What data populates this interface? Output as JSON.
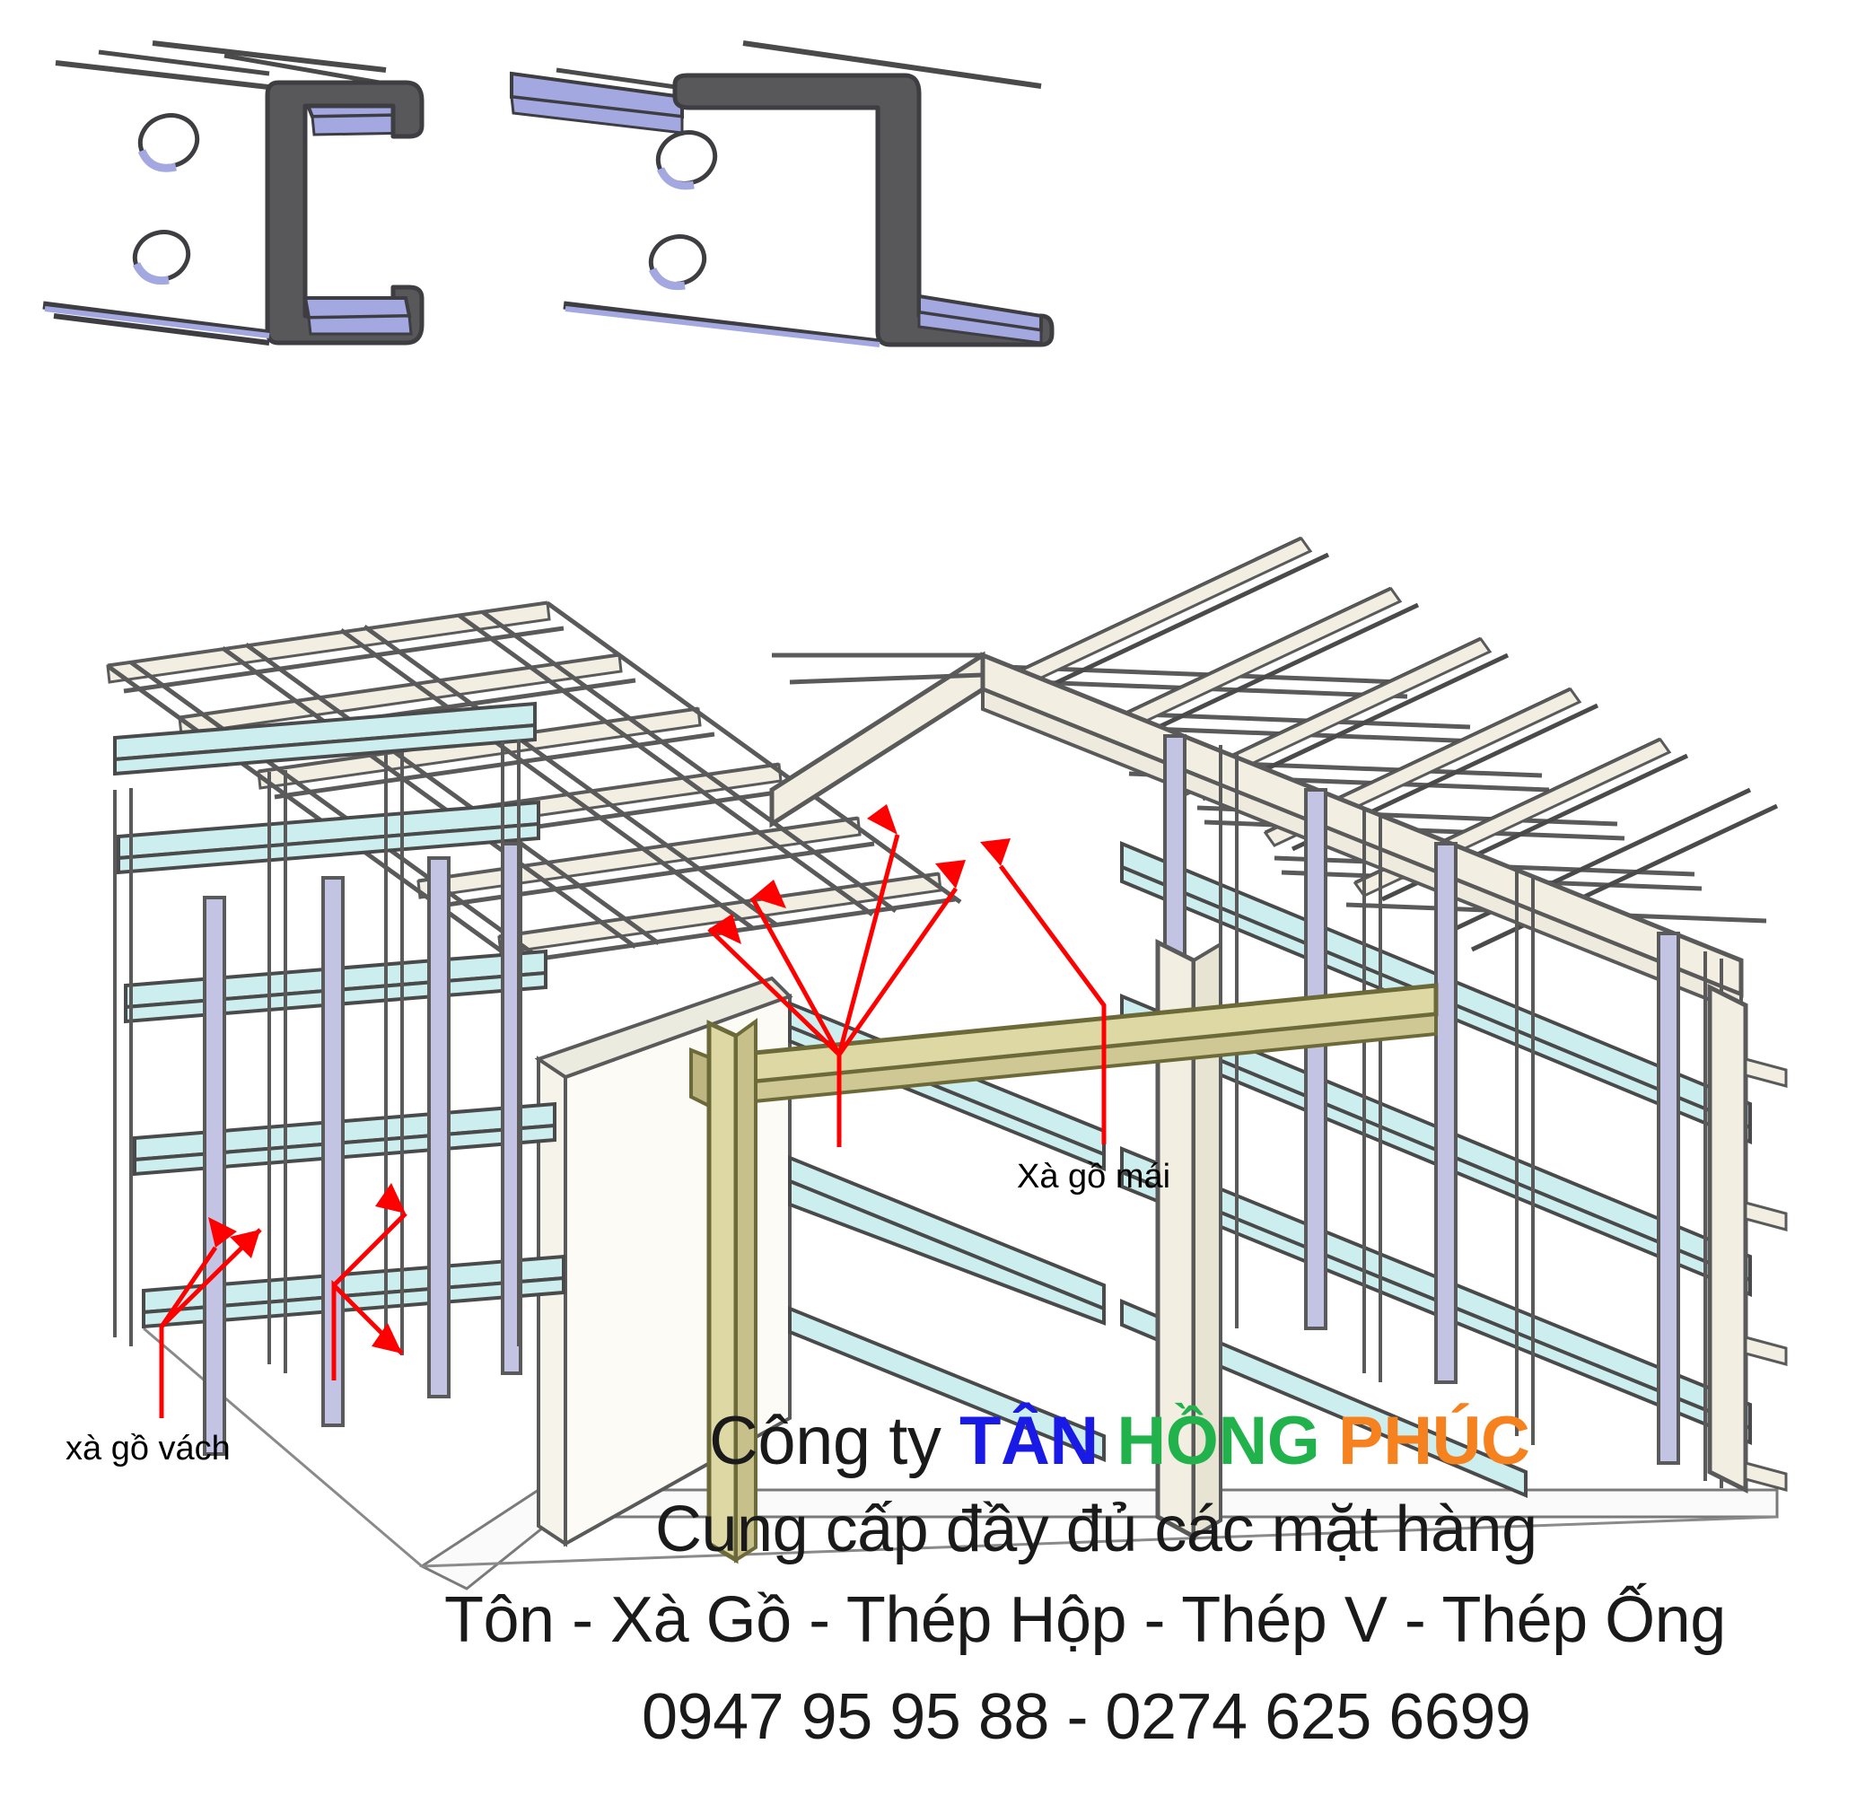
{
  "document": {
    "type": "technical-diagram",
    "subject": "Steel purlin profiles and pre-engineered steel building frame",
    "background_color": "#ffffff"
  },
  "profiles": {
    "title_hidden": true,
    "items": [
      {
        "id": "c-purlin",
        "name": "C-shape purlin cross section",
        "shape": "C",
        "hole_count": 2,
        "body_color": "#58585a",
        "flange_color": "#a3a8e0",
        "outline_color": "#3d3d42"
      },
      {
        "id": "z-purlin",
        "name": "Z-shape purlin cross section",
        "shape": "Z",
        "hole_count": 2,
        "body_color": "#58585a",
        "flange_color": "#a3a8e0",
        "outline_color": "#3d3d42"
      }
    ]
  },
  "building": {
    "name": "Steel frame building isometric view",
    "colors": {
      "roof_member": "#f2efe2",
      "wall_purlin": "#cdeeee",
      "column": "#c3c3e4",
      "beam": "#ded8a4",
      "frame_outline": "#5a5a5a",
      "arrow": "#ff0000",
      "slab": "#fafafa"
    },
    "annotations": [
      {
        "id": "roof-purlin-label",
        "text": "Xà gồ mái",
        "arrow_color": "#ff0000",
        "arrow_count": 5
      },
      {
        "id": "wall-purlin-label",
        "text": "xà gồ vách",
        "arrow_color": "#ff0000",
        "arrow_count": 3
      }
    ]
  },
  "company": {
    "prefix": "Công ty",
    "name_parts": [
      {
        "text": "TÂN",
        "color": "#1a1ae6"
      },
      {
        "text": "HỒNG",
        "color": "#22b24c"
      },
      {
        "text": "PHÚC",
        "color": "#f5821f"
      }
    ],
    "tagline": "Cung cấp đầy đủ các mặt hàng",
    "products": "Tôn - Xà Gồ - Thép Hộp - Thép V - Thép Ống",
    "phones": "0947 95 95 88 - 0274 625 6699",
    "text_color": "#1a1a1a"
  }
}
